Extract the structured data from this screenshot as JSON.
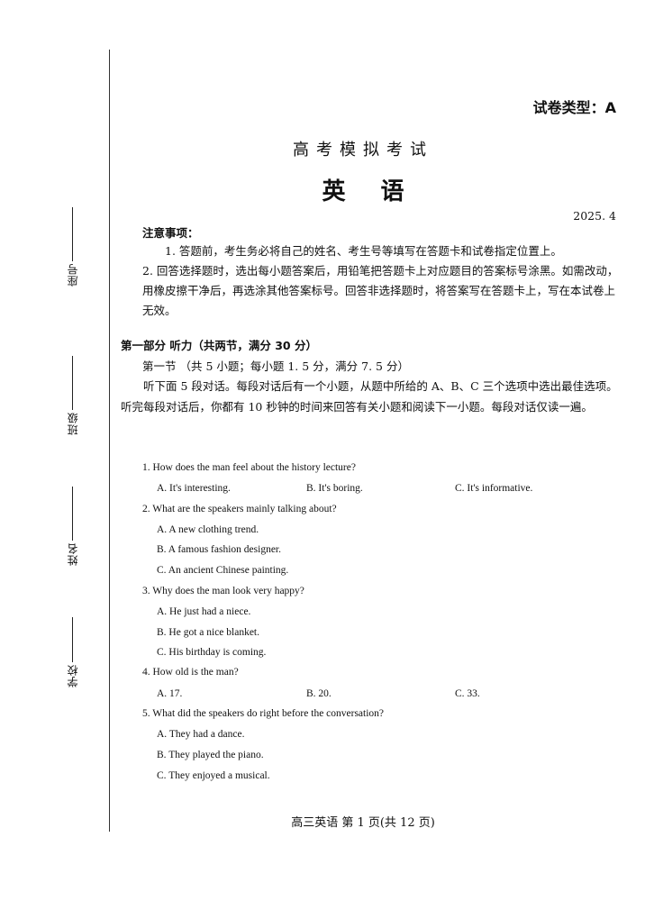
{
  "header": {
    "paper_type": "试卷类型：A",
    "exam_title": "高考模拟考试",
    "subject": "英 语",
    "date": "2025. 4"
  },
  "sidebar": {
    "seat": "座号",
    "class": "班级",
    "name": "姓名",
    "school": "学校"
  },
  "notice": {
    "title": "注意事项：",
    "items": [
      "1. 答题前，考生务必将自己的姓名、考生号等填写在答题卡和试卷指定位置上。",
      "2. 回答选择题时，选出每小题答案后，用铅笔把答题卡上对应题目的答案标号涂黑。如需改动，用橡皮擦干净后，再选涂其他答案标号。回答非选择题时，将答案写在答题卡上，写在本试卷上无效。"
    ]
  },
  "part1": {
    "heading": "第一部分 听力（共两节，满分 30 分）",
    "section1": "第一节 （共 5 小题；每小题 1. 5 分，满分 7. 5 分）",
    "instructions": "听下面 5 段对话。每段对话后有一个小题，从题中所给的 A、B、C 三个选项中选出最佳选项。听完每段对话后，你都有 10 秒钟的时间来回答有关小题和阅读下一小题。每段对话仅读一遍。"
  },
  "questions": [
    {
      "stem": "1. How does the man feel about the history lecture?",
      "options": [
        "A. It's interesting.",
        "B. It's boring.",
        "C. It's informative."
      ]
    },
    {
      "stem": "2. What are the speakers mainly talking about?",
      "options": [
        "A. A new clothing trend.",
        "B. A famous fashion designer.",
        "C. An ancient Chinese painting."
      ]
    },
    {
      "stem": "3. Why does the man look very happy?",
      "options": [
        "A. He just had a niece.",
        "B. He got a nice blanket.",
        "C. His birthday is coming."
      ]
    },
    {
      "stem": "4. How old is the man?",
      "options": [
        "A. 17.",
        "B. 20.",
        "C. 33."
      ]
    },
    {
      "stem": "5. What did the speakers do right before the conversation?",
      "options": [
        "A. They had a dance.",
        "B. They played the piano.",
        "C. They enjoyed a musical."
      ]
    }
  ],
  "footer": "高三英语 第 1 页(共 12 页)"
}
